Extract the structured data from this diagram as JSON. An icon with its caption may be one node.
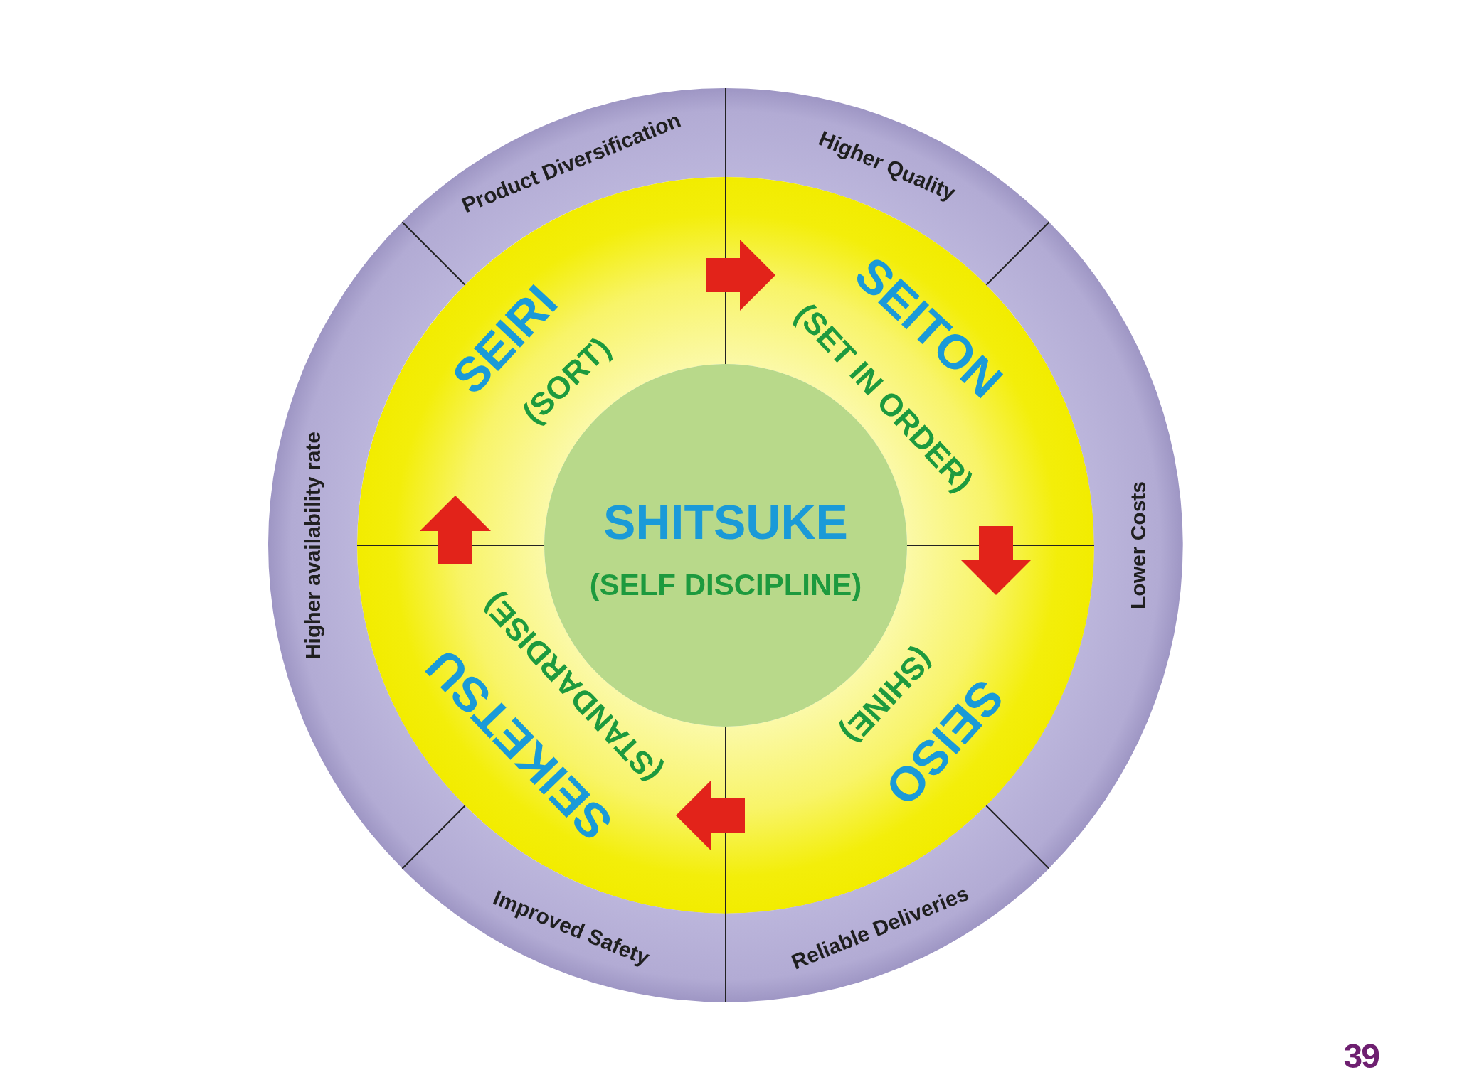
{
  "diagram": {
    "nodes": [
      {
        "text": [
          "Product Diversification"
        ]
      },
      {
        "text": [
          "Higher Quality"
        ]
      },
      {
        "text": [
          "SEIRI",
          "(SORT)"
        ]
      },
      {
        "text": [
          "SEITON",
          "(SET IN ORDER)"
        ]
      },
      {
        "text": [
          "Higher availability rate"
        ]
      },
      {
        "text": [
          "SHITSUKE",
          "(SELF DISCIPLINE)"
        ]
      },
      {
        "text": [
          "Lower Costs"
        ]
      },
      {
        "text": [
          "SEIKETSU",
          "(STANDARDISE)"
        ]
      },
      {
        "text": [
          "SEISO",
          "(SHINE)"
        ]
      },
      {
        "text": [
          "Improved Safety"
        ]
      },
      {
        "text": [
          "Reliable Deliveries"
        ]
      }
    ],
    "edges": [
      {
        "from": 2,
        "to": 3,
        "arrow": "to"
      },
      {
        "from": 3,
        "to": 8,
        "arrow": "to"
      },
      {
        "from": 8,
        "to": 7,
        "arrow": "to"
      },
      {
        "from": 7,
        "to": 2,
        "arrow": "to"
      }
    ],
    "labels": [
      "39"
    ]
  }
}
